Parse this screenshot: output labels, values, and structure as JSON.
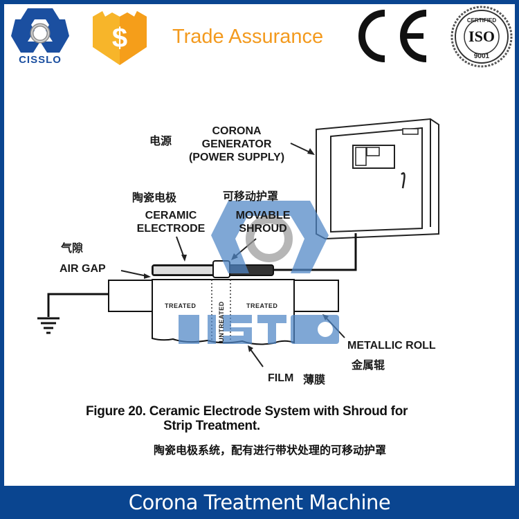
{
  "header": {
    "brand_name": "CISSLO",
    "trade_assurance_label": "Trade Assurance",
    "trade_icon": "dollar-shield-icon",
    "ce_mark": "CE",
    "iso_badge": {
      "top_text": "CERTIFIED",
      "center_text": "ISO",
      "bottom_text": "9001"
    }
  },
  "diagram": {
    "labels": {
      "power_cn": "电源",
      "corona_generator": [
        "CORONA",
        "GENERATOR",
        "(POWER SUPPLY)"
      ],
      "ceramic_electrode_cn": "陶瓷电极",
      "ceramic_electrode": [
        "CERAMIC",
        "ELECTRODE"
      ],
      "movable_shroud_cn": "可移动护罩",
      "movable_shroud": [
        "MOVABLE",
        "SHROUD"
      ],
      "air_gap_cn": "气隙",
      "air_gap": "AIR GAP",
      "treated_left": "TREATED",
      "untreated": "UNTREATED",
      "treated_right": "TREATED",
      "metallic_roll": "METALLIC ROLL",
      "metallic_roll_cn": "金属辊",
      "film": "FILM",
      "film_cn": "薄膜"
    },
    "caption": {
      "line1": "Figure 20. Ceramic Electrode System with Shroud for",
      "line2": "Strip Treatment.",
      "cn": "陶瓷电极系统，配有进行带状处理的可移动护罩"
    },
    "watermark": "CISSLO"
  },
  "footer": {
    "title": "Corona Treatment Machine"
  },
  "colors": {
    "brand_blue": "#0a4590",
    "trade_orange": "#f39a1e",
    "watermark_blue": "#4f86c6"
  }
}
